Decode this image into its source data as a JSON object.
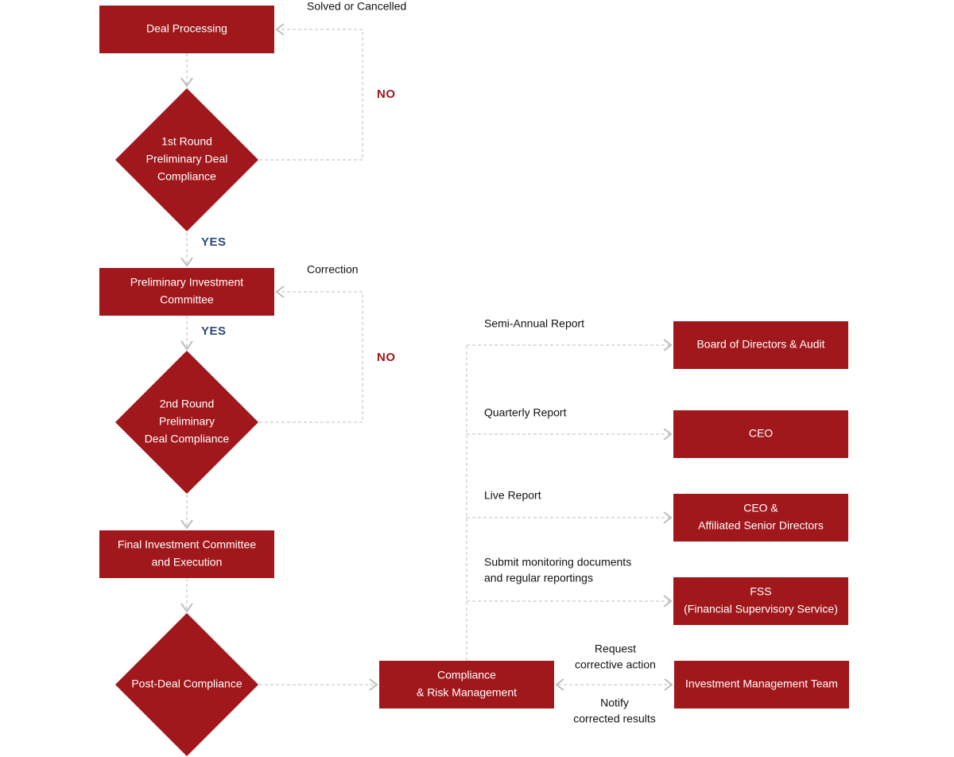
{
  "colors": {
    "node_fill": "#a0181c",
    "node_text": "#ffffff",
    "connector": "#bdbdbd",
    "yes": "#2e4a73",
    "no": "#a0181c",
    "label": "#111111"
  },
  "nodes": {
    "deal_processing": {
      "lines": [
        "Deal Processing"
      ]
    },
    "first_round": {
      "lines": [
        "1st Round",
        "Preliminary Deal",
        "Compliance"
      ]
    },
    "preliminary_ic": {
      "lines": [
        "Preliminary Investment",
        "Committee"
      ]
    },
    "second_round": {
      "lines": [
        "2nd Round",
        "Preliminary",
        "Deal Compliance"
      ]
    },
    "final_ic": {
      "lines": [
        "Final Investment Committee",
        "and Execution"
      ]
    },
    "post_deal": {
      "lines": [
        "Post-Deal Compliance"
      ]
    },
    "compliance_risk": {
      "lines": [
        "Compliance",
        "& Risk Management"
      ]
    },
    "board": {
      "lines": [
        "Board of Directors & Audit"
      ]
    },
    "ceo": {
      "lines": [
        "CEO"
      ]
    },
    "ceo_affiliated": {
      "lines": [
        "CEO &",
        "Affiliated Senior Directors"
      ]
    },
    "fss": {
      "lines": [
        "FSS",
        "(Financial Supervisory Service)"
      ]
    },
    "imt": {
      "lines": [
        "Investment Management Team"
      ]
    }
  },
  "labels": {
    "solved_or_cancelled": {
      "lines": [
        "Solved or Cancelled"
      ]
    },
    "correction": {
      "lines": [
        "Correction"
      ]
    },
    "no_1": {
      "lines": [
        "NO"
      ]
    },
    "no_2": {
      "lines": [
        "NO"
      ]
    },
    "yes_1": {
      "lines": [
        "YES"
      ]
    },
    "yes_2": {
      "lines": [
        "YES"
      ]
    },
    "semi_annual": {
      "lines": [
        "Semi-Annual Report"
      ]
    },
    "quarterly": {
      "lines": [
        "Quarterly Report"
      ]
    },
    "live": {
      "lines": [
        "Live Report"
      ]
    },
    "submit": {
      "lines": [
        "Submit monitoring documents",
        "and regular reportings"
      ]
    },
    "request": {
      "lines": [
        "Request",
        "corrective action"
      ]
    },
    "notify": {
      "lines": [
        "Notify",
        "corrected results"
      ]
    }
  }
}
